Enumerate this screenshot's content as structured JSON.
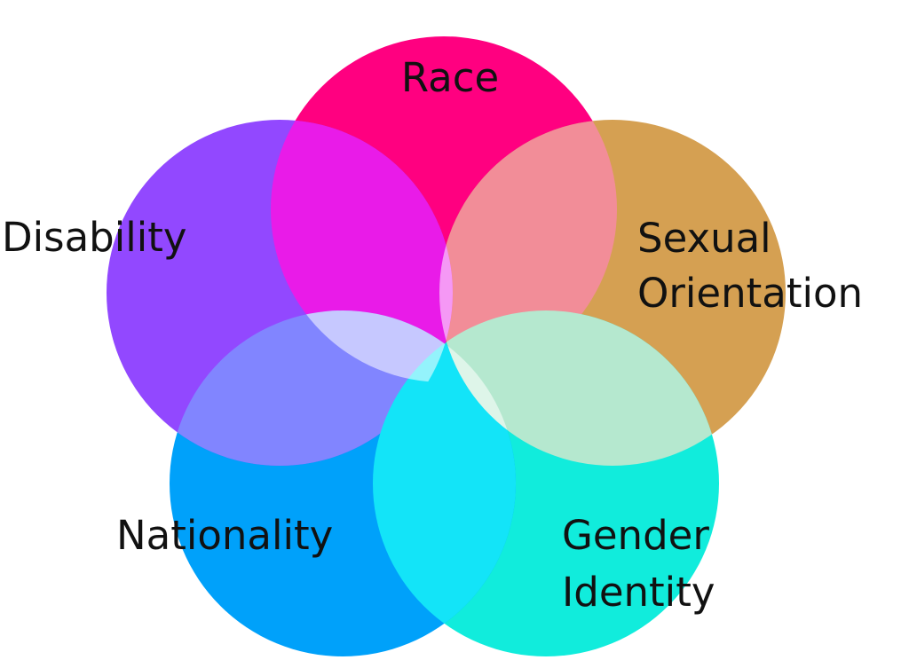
{
  "diagram": {
    "type": "venn",
    "sets": [
      {
        "key": "race",
        "lines": [
          "Race"
        ],
        "color": "#ff0080"
      },
      {
        "key": "sexual_orientation",
        "lines": [
          "Sexual",
          "Orientation"
        ],
        "color": "#d5a052"
      },
      {
        "key": "gender_identity",
        "lines": [
          "Gender",
          "Identity"
        ],
        "color": "#11ecdc"
      },
      {
        "key": "nationality",
        "lines": [
          "Nationality"
        ],
        "color": "#00a1fa"
      },
      {
        "key": "disability",
        "lines": [
          "Disability"
        ],
        "color": "#9248ff"
      }
    ],
    "overlap_colors": {
      "race_sexual_orientation": "#f28d98",
      "race_disability": "#e91be8",
      "disability_nationality": "#8185ff",
      "nationality_gender_identity": "#13e4f8",
      "gender_identity_sexual_orientation": "#b5e8cf",
      "center": "#ffffff"
    }
  }
}
